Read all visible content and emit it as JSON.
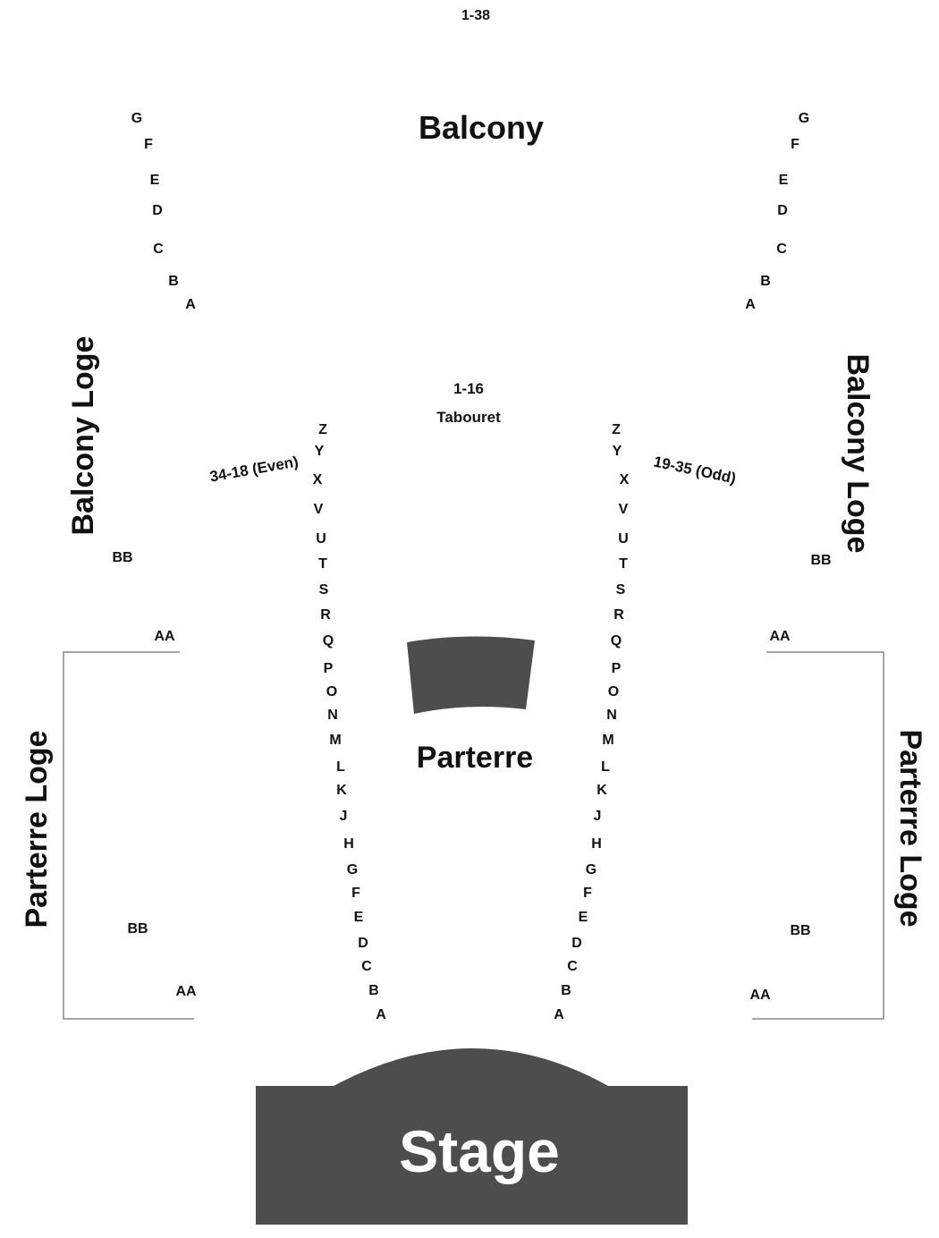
{
  "colors": {
    "block": "#4d4d4d",
    "line": "#888888",
    "text": "#111111",
    "stage_text": "#ffffff"
  },
  "top_range": "1-38",
  "balcony_title": "Balcony",
  "balcony_loge": "Balcony Loge",
  "parterre_loge": "Parterre Loge",
  "parterre_title": "Parterre",
  "stage": "Stage",
  "tabouret": {
    "range": "1-16",
    "label": "Tabouret"
  },
  "even_label": "34-18 (Even)",
  "odd_label": "19-35 (Odd)",
  "balcony_rows_left": [
    "G",
    "F",
    "E",
    "D",
    "C",
    "B",
    "A"
  ],
  "balcony_rows_right": [
    "G",
    "F",
    "E",
    "D",
    "C",
    "B",
    "A"
  ],
  "parterre_rows_left": [
    "Z",
    "Y",
    "X",
    "V",
    "U",
    "T",
    "S",
    "R",
    "Q",
    "P",
    "O",
    "N",
    "M",
    "L",
    "K",
    "J",
    "H",
    "G",
    "F",
    "E",
    "D",
    "C",
    "B",
    "A"
  ],
  "parterre_rows_right": [
    "Z",
    "Y",
    "X",
    "V",
    "U",
    "T",
    "S",
    "R",
    "Q",
    "P",
    "O",
    "N",
    "M",
    "L",
    "K",
    "J",
    "H",
    "G",
    "F",
    "E",
    "D",
    "C",
    "B",
    "A"
  ],
  "loge_rows": {
    "balcony_left": [
      "BB",
      "AA"
    ],
    "balcony_right": [
      "BB",
      "AA"
    ],
    "parterre_left": [
      "BB",
      "AA"
    ],
    "parterre_right": [
      "BB",
      "AA"
    ]
  }
}
